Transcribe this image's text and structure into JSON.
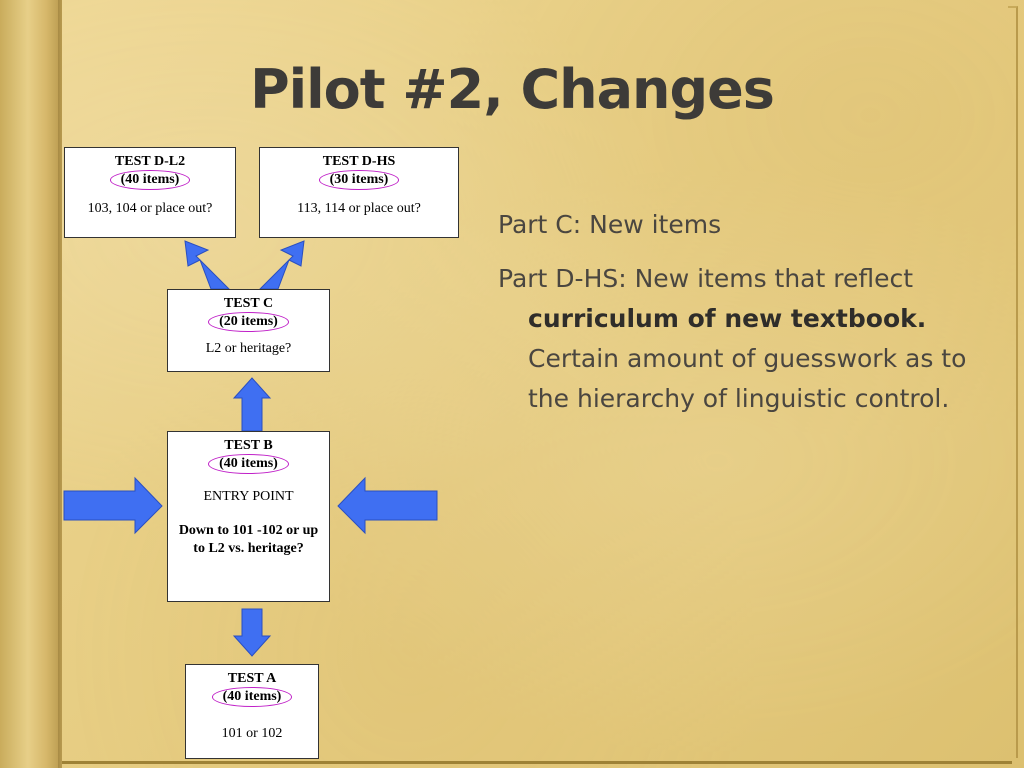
{
  "slide": {
    "title": "Pilot #2, Changes"
  },
  "diagram": {
    "test_dl2": {
      "name": "TEST D-L2",
      "items": "(40 items)",
      "info": "103, 104 or place out?"
    },
    "test_dhs": {
      "name": "TEST D-HS",
      "items": "(30 items)",
      "info": "113, 114 or place out?"
    },
    "test_c": {
      "name": "TEST C",
      "items": "(20 items)",
      "info": "L2 or heritage?"
    },
    "test_b": {
      "name": "TEST B",
      "items": "(40 items)",
      "entry": "ENTRY POINT",
      "info": "Down to 101 -102 or up to L2 vs. heritage?"
    },
    "test_a": {
      "name": "TEST A",
      "items": "(40 items)",
      "info": "101 or 102"
    },
    "colors": {
      "arrow": "#3f6ff2",
      "ellipse": "#c021c8"
    }
  },
  "bullets": {
    "item1": "Part C: New items",
    "item2_pre": "Part D-HS: New items that reflect ",
    "item2_bold": "curriculum of new textbook.",
    "item2_post": " Certain amount of guesswork as to the hierarchy of linguistic control."
  }
}
